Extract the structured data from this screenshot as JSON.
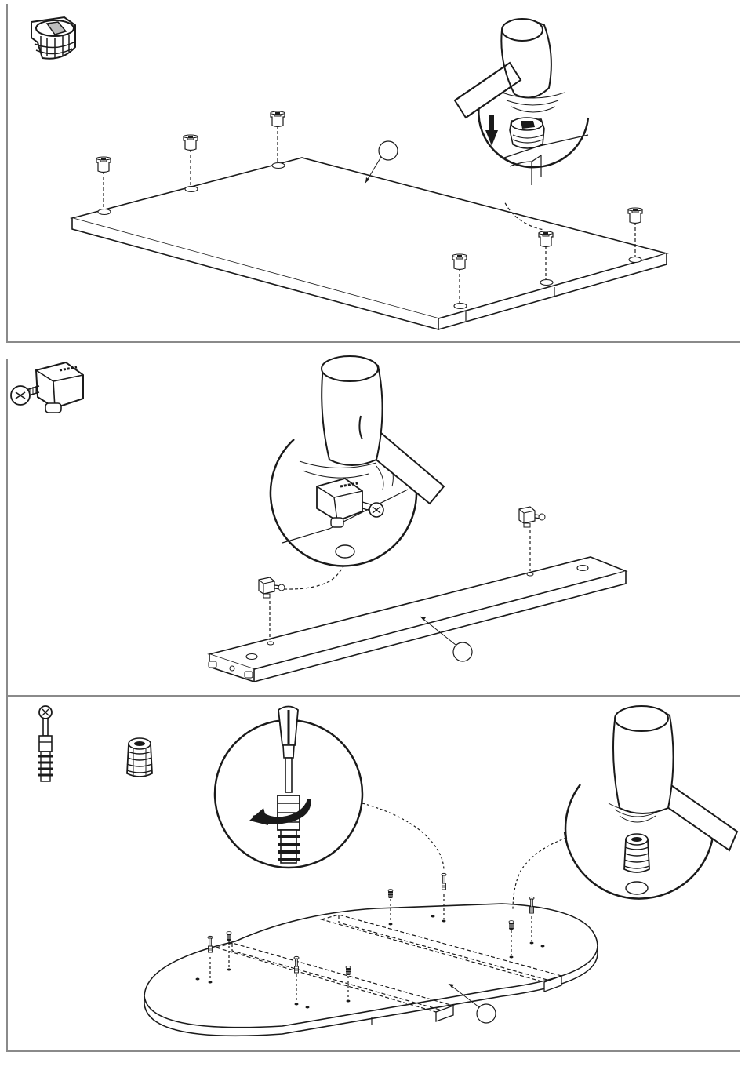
{
  "document": {
    "type": "assembly-instructions",
    "steps": [
      {
        "hardware_icon": "cam-lock-housing-icon",
        "tool": "hammer-icon",
        "callout_letter": "",
        "panel": "rectangular-board",
        "hardware_count": 6
      },
      {
        "hardware_icon": "connector-block-icon",
        "tool": "hammer-icon",
        "callout_letter": "",
        "panel": "rail",
        "hardware_count": 2
      },
      {
        "hardware_icons": [
          "cam-bolt-icon",
          "dowel-insert-icon"
        ],
        "tools": [
          "screwdriver-icon",
          "hammer-icon"
        ],
        "callout_letter": "",
        "panel": "oval-tabletop",
        "hardware_count": 8
      }
    ]
  },
  "colors": {
    "line": "#1a1a1a",
    "frame": "#8a8a8a",
    "background": "#ffffff",
    "fill_light": "#ffffff",
    "shade": "#d8d8d8"
  }
}
